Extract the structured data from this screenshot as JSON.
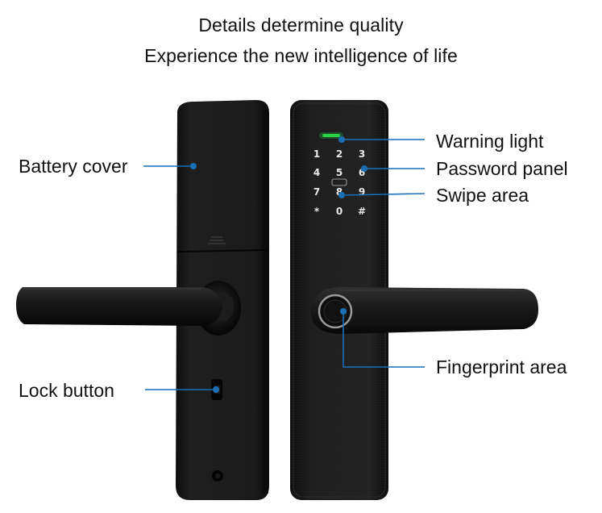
{
  "headline": {
    "line1": "Details determine quality",
    "line2": "Experience the new intelligence of life"
  },
  "callouts": {
    "battery_cover": "Battery cover",
    "lock_button": "Lock button",
    "warning_light": "Warning light",
    "password_panel": "Password panel",
    "swipe_area": "Swipe area",
    "fingerprint_area": "Fingerprint area"
  },
  "keypad": {
    "keys": [
      "1",
      "2",
      "3",
      "4",
      "5",
      "6",
      "7",
      "8",
      "9",
      "*",
      "0",
      "#"
    ]
  },
  "colors": {
    "leader_line": "#1a6fb5",
    "warning_light": "#28d24a",
    "lock_body": "#161616"
  }
}
